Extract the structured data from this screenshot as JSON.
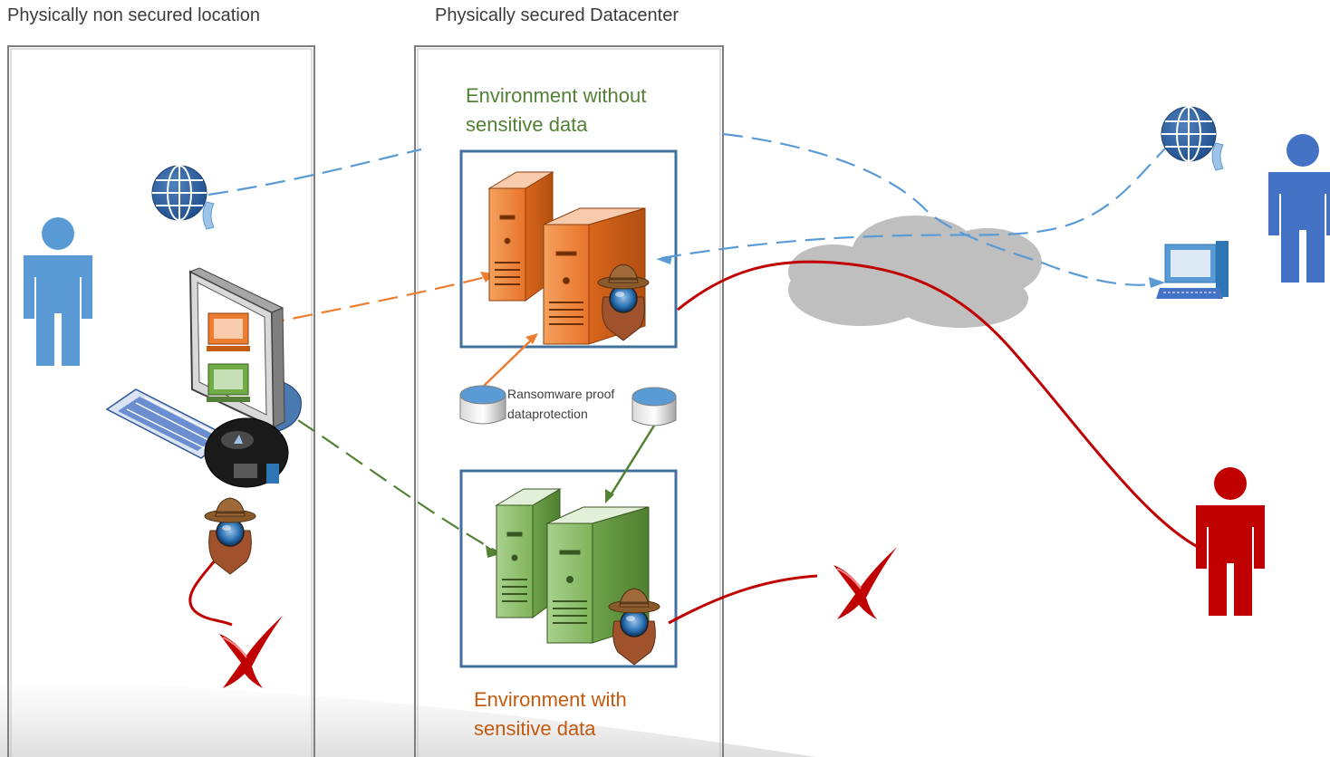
{
  "zones": {
    "left_title": "Physically non secured location",
    "center_title": "Physically secured Datacenter"
  },
  "environments": {
    "without_sensitive": {
      "line1": "Environment without",
      "line2": "sensitive data",
      "color": "#538135"
    },
    "with_sensitive": {
      "line1": "Environment with",
      "line2": "sensitive data",
      "color": "#c55a11"
    }
  },
  "backup": {
    "line1": "Ransomware proof",
    "line2": "dataprotection"
  },
  "colors": {
    "orange": "#ed7d31",
    "green": "#70ad47",
    "blue_dashed": "#5b9bd5",
    "red": "#c00000",
    "cloud": "#bfbfbf",
    "person_blue": "#5b9bd5",
    "person_blue_dark": "#4472c4",
    "person_red": "#c00000"
  },
  "icons": [
    "person-icon",
    "globe-phone-icon",
    "workstation-icon",
    "spy-icon",
    "server-icon",
    "database-icon",
    "cloud-icon",
    "computer-icon",
    "blocked-x-icon"
  ]
}
